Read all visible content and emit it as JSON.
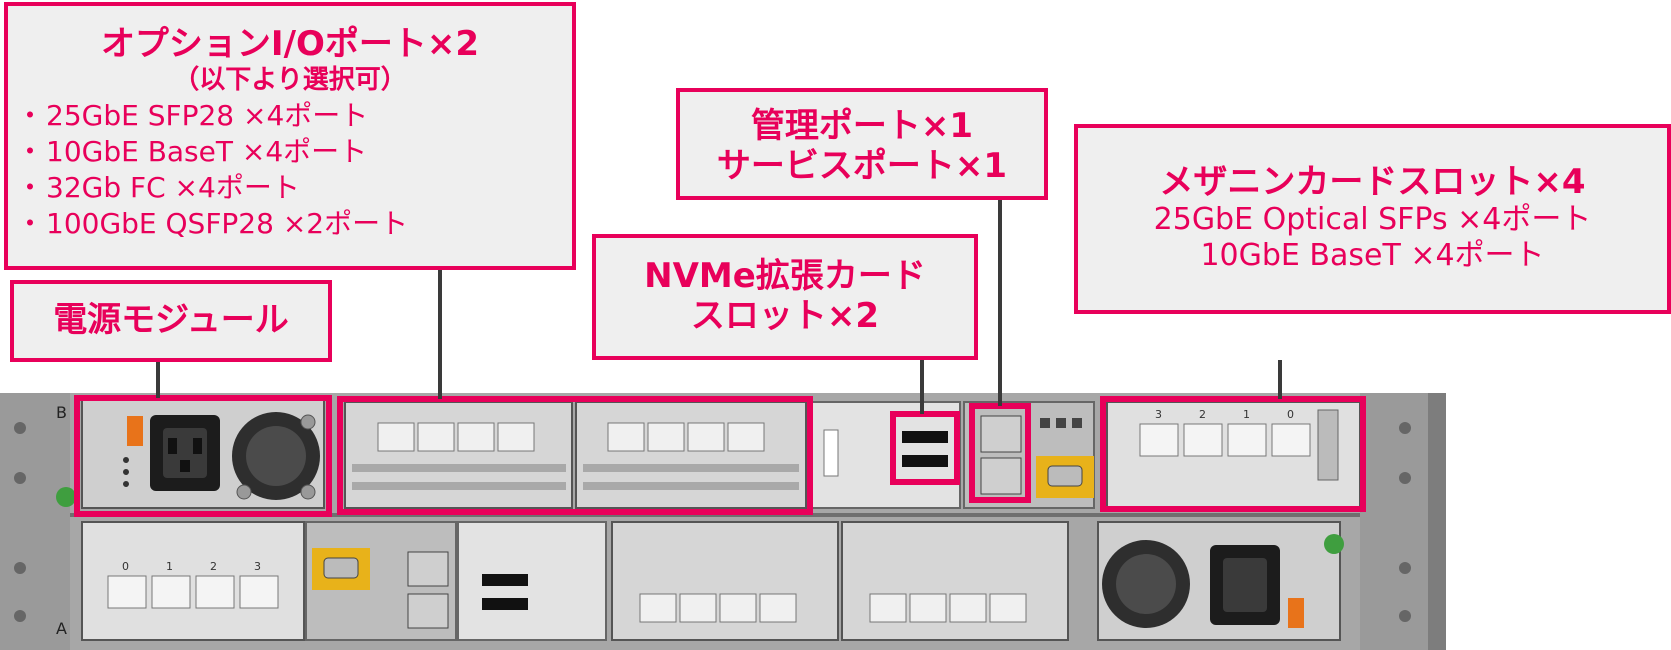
{
  "callouts": {
    "option_io": {
      "title": "オプションI/Oポート×2",
      "subtitle": "（以下より選択可）",
      "items": [
        "25GbE SFP28 ×4ポート",
        "10GbE BaseT ×4ポート",
        "32Gb FC ×4ポート",
        "100GbE QSFP28 ×2ポート"
      ]
    },
    "psu": {
      "title": "電源モジュール"
    },
    "nvme": {
      "line1": "NVMe拡張カード",
      "line2": "スロット×2"
    },
    "mgmt": {
      "line1": "管理ポート×1",
      "line2": "サービスポート×1"
    },
    "mezz": {
      "title": "メザニンカードスロット×4",
      "items": [
        "25GbE Optical SFPs ×4ポート",
        "10GbE BaseT ×4ポート"
      ]
    }
  },
  "chassis": {
    "label_top": "B",
    "label_bottom": "A",
    "port_numbers_left": [
      "0",
      "1",
      "2",
      "3"
    ],
    "port_numbers_right": [
      "3",
      "2",
      "1",
      "0"
    ]
  },
  "colors": {
    "accent": "#e8005a",
    "box_fill": "#efefef",
    "chassis": "#a7a7a7"
  }
}
